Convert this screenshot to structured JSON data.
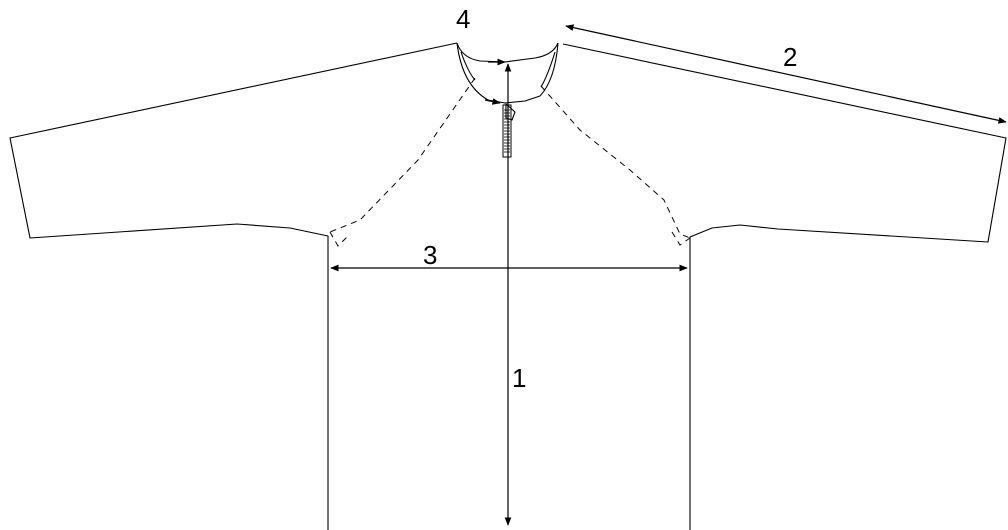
{
  "labels": {
    "body_length": "1",
    "sleeve_length": "2",
    "chest_width": "3",
    "neck_opening": "4"
  },
  "colors": {
    "line": "#000000",
    "background": "#ffffff"
  }
}
